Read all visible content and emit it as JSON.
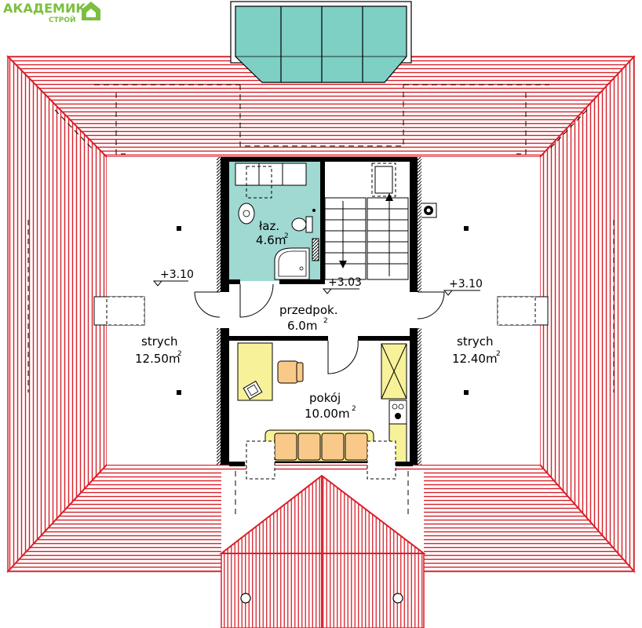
{
  "logo": {
    "name": "АКАДЕМИК",
    "sub": "СТРОЙ",
    "color": "#7cbf3f"
  },
  "colors": {
    "roof": "#d9202a",
    "window": "#7ecfc4",
    "bathroom": "#9fd9d2",
    "desk": "#f7f19a",
    "sofa": "#f9c98a",
    "sofa_frame": "#f7f19a",
    "wall": "#000000"
  },
  "rooms": {
    "bathroom": {
      "name": "łaz.",
      "area": "4.6m",
      "sup": "2"
    },
    "hall": {
      "name": "przedpok.",
      "area": "6.0m",
      "sup": "2"
    },
    "room": {
      "name": "pokój",
      "area": "10.00m",
      "sup": "2"
    },
    "attic_left": {
      "name": "strych",
      "area": "12.50m",
      "sup": "2"
    },
    "attic_right": {
      "name": "strych",
      "area": "12.40m",
      "sup": "2"
    }
  },
  "levels": {
    "left": "+3.10",
    "center": "+3.03",
    "right": "+3.10"
  }
}
